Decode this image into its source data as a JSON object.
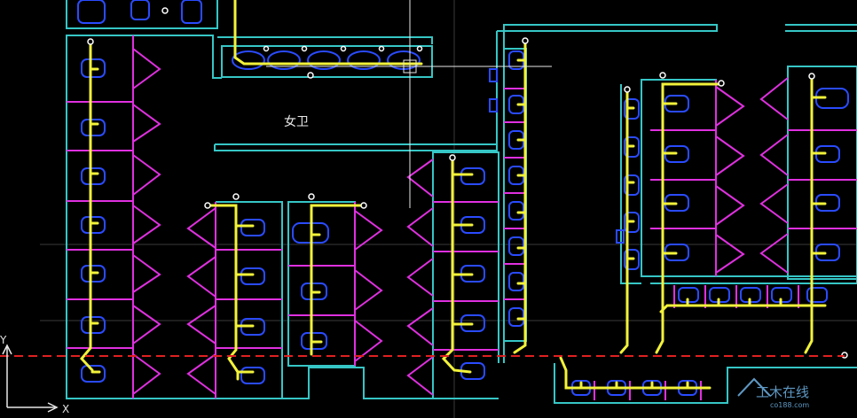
{
  "drawing": {
    "room_label": "女卫",
    "top_label": "",
    "axis": {
      "x_label": "X",
      "y_label": "Y"
    },
    "watermark": {
      "title": "工木在线",
      "url": "co188.com"
    },
    "colors": {
      "background": "#000000",
      "wall": "#36c6c6",
      "partition": "#e030e0",
      "pipe": "#f2f23a",
      "fixture": "#2a4bff",
      "section_line": "#e02020",
      "crosshair": "#e8e8e8"
    }
  }
}
